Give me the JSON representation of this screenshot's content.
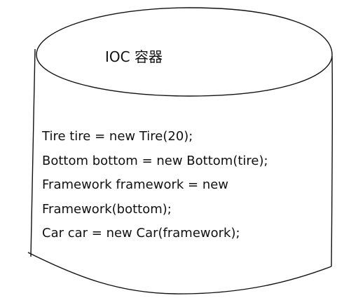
{
  "diagram": {
    "title": "IOC 容器",
    "code_lines": [
      "Tire tire = new Tire(20);",
      "Bottom bottom = new Bottom(tire);",
      "Framework framework = new",
      "Framework(bottom);",
      "Car car = new Car(framework);"
    ],
    "stroke_color": "#111111",
    "text_color": "#111111",
    "background_color": "#ffffff"
  }
}
